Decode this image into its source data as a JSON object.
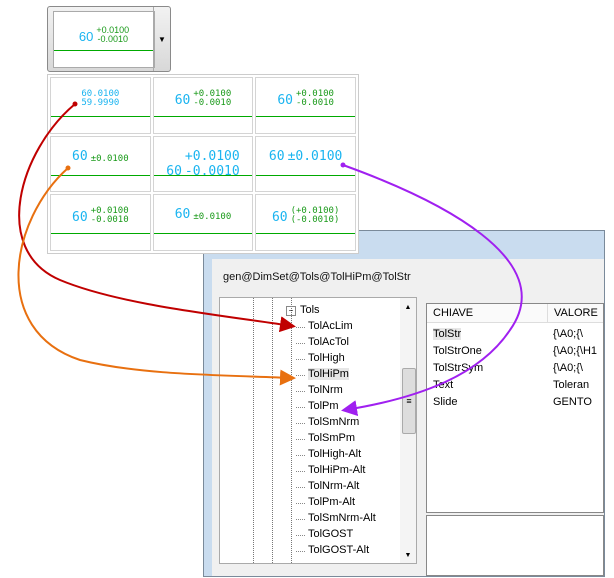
{
  "dropdown": {
    "preview": {
      "base": "60",
      "upper": "+0.0100",
      "lower": "-0.0010"
    }
  },
  "grid": [
    {
      "base": "",
      "upper": "60.0100",
      "lower": "59.9990",
      "style": "limits"
    },
    {
      "base": "60",
      "upper": "+0.0100",
      "lower": "-0.0010",
      "style": "stacked"
    },
    {
      "base": "60",
      "upper": "+0.0100",
      "lower": "-0.0010",
      "style": "stacked-high"
    },
    {
      "base": "60",
      "sym": "±0.0100",
      "style": "pm-high"
    },
    {
      "base": "60",
      "upper": "+0.0100",
      "lower": "-0.0010",
      "style": "stacked-large"
    },
    {
      "base": "60",
      "sym": "±0.0100",
      "style": "pm-large"
    },
    {
      "base": "60",
      "upper": "+0.0100",
      "lower": "-0.0010",
      "style": "stacked"
    },
    {
      "base": "60",
      "sym": "±0.0100",
      "style": "pm"
    },
    {
      "base": "60",
      "upper": "(+0.0100)",
      "lower": "(-0.0010)",
      "style": "paren"
    }
  ],
  "window": {
    "path": "gen@DimSet@Tols@TolHiPm@TolStr",
    "tree": {
      "root": "Tols",
      "items": [
        "TolAcLim",
        "TolAcTol",
        "TolHigh",
        "TolHiPm",
        "TolNrm",
        "TolPm",
        "TolSmNrm",
        "TolSmPm",
        "TolHigh-Alt",
        "TolHiPm-Alt",
        "TolNrm-Alt",
        "TolPm-Alt",
        "TolSmNrm-Alt",
        "TolGOST",
        "TolGOST-Alt"
      ],
      "selected": "TolHiPm"
    },
    "list": {
      "columns": [
        "CHIAVE",
        "VALORE"
      ],
      "rows": [
        {
          "key": "TolStr",
          "value": "{\\A0;{\\"
        },
        {
          "key": "TolStrOne",
          "value": "{\\A0;{\\H1"
        },
        {
          "key": "TolStrSym",
          "value": "{\\A0;{\\"
        },
        {
          "key": "Text",
          "value": "Toleran"
        },
        {
          "key": "Slide",
          "value": "GENTO"
        }
      ]
    }
  },
  "colors": {
    "cyan": "#1ab4f0",
    "green": "#1a9a1a",
    "red": "#c00000",
    "orange": "#e87010",
    "purple": "#a020f0"
  }
}
